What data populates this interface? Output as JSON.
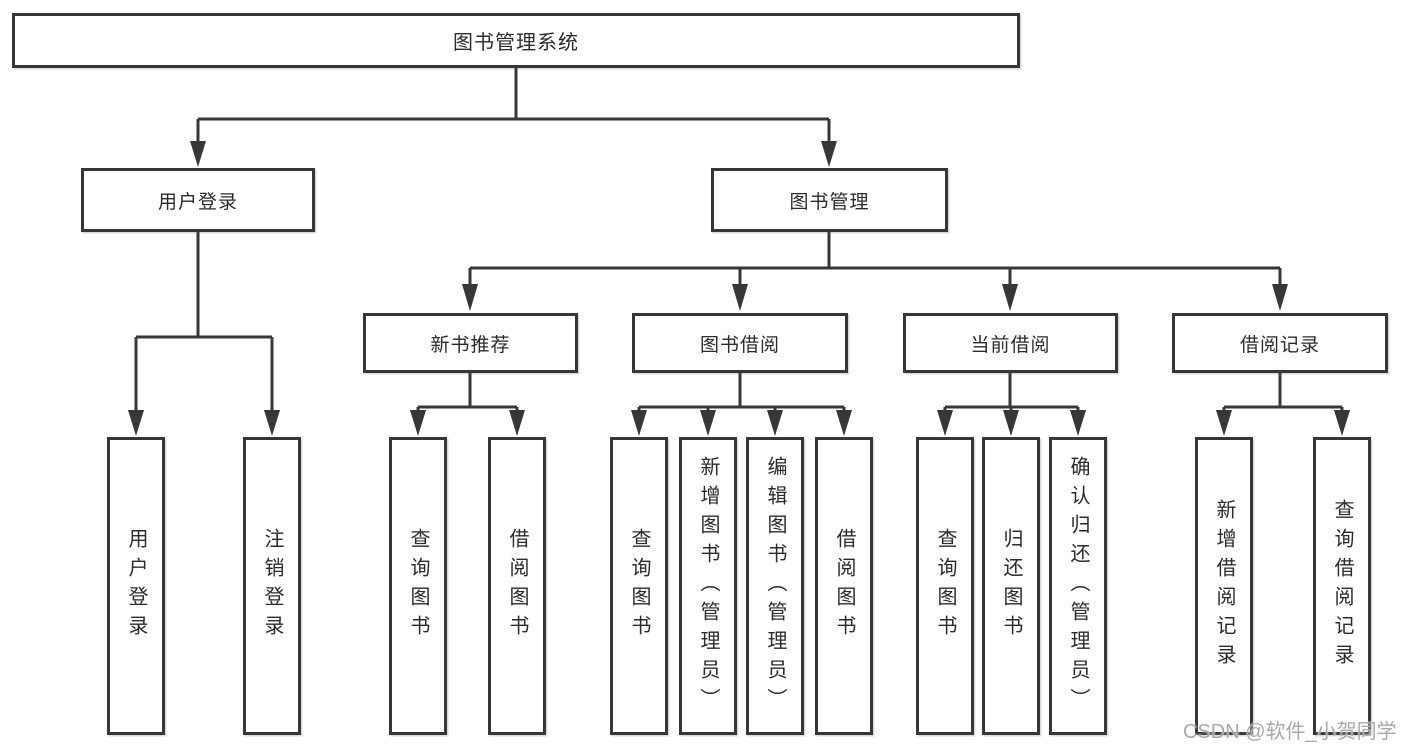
{
  "tree": {
    "label": "图书管理系统",
    "children": [
      {
        "label": "用户登录",
        "children": [
          {
            "label": "用户登录"
          },
          {
            "label": "注销登录"
          }
        ]
      },
      {
        "label": "图书管理",
        "children": [
          {
            "label": "新书推荐",
            "children": [
              {
                "label": "查询图书"
              },
              {
                "label": "借阅图书"
              }
            ]
          },
          {
            "label": "图书借阅",
            "children": [
              {
                "label": "查询图书"
              },
              {
                "label": "新增图书（管理员）"
              },
              {
                "label": "编辑图书（管理员）"
              },
              {
                "label": "借阅图书"
              }
            ]
          },
          {
            "label": "当前借阅",
            "children": [
              {
                "label": "查询图书"
              },
              {
                "label": "归还图书"
              },
              {
                "label": "确认归还（管理员）"
              }
            ]
          },
          {
            "label": "借阅记录",
            "children": [
              {
                "label": "新增借阅记录"
              },
              {
                "label": "查询借阅记录"
              }
            ]
          }
        ]
      }
    ]
  },
  "watermark": {
    "text": "CSDN @软件_小贺同学"
  },
  "colors": {
    "line": "#373737",
    "box_border": "#373737",
    "text": "#2b2b2b",
    "watermark": "#a9a9a9",
    "background": "#ffffff"
  }
}
